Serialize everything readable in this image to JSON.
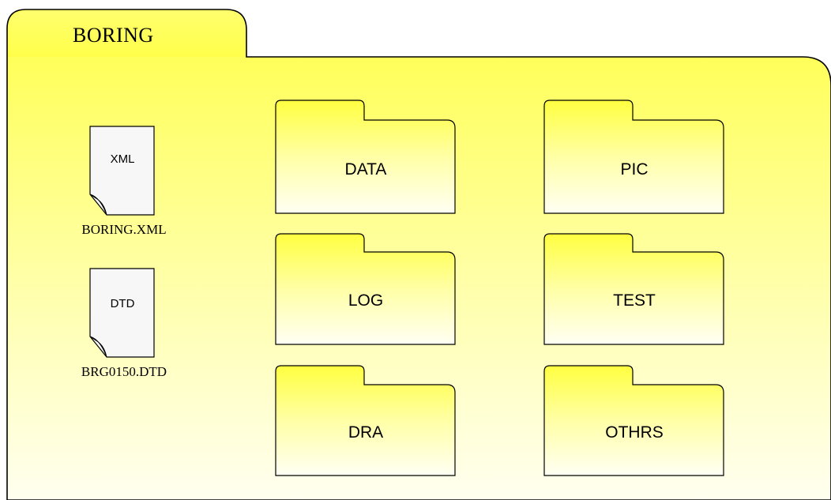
{
  "container": {
    "title": "BORING"
  },
  "files": [
    {
      "type_label": "XML",
      "name": "BORING.XML"
    },
    {
      "type_label": "DTD",
      "name": "BRG0150.DTD"
    }
  ],
  "folders": [
    {
      "label": "DATA"
    },
    {
      "label": "PIC"
    },
    {
      "label": "LOG"
    },
    {
      "label": "TEST"
    },
    {
      "label": "DRA"
    },
    {
      "label": "OTHRS"
    }
  ],
  "colors": {
    "folder_fill_top": "#ffff4d",
    "folder_fill_bottom": "#ffffee",
    "outline": "#000000",
    "file_fill": "#f7f7f7",
    "file_fold": "#c8c8c8"
  }
}
